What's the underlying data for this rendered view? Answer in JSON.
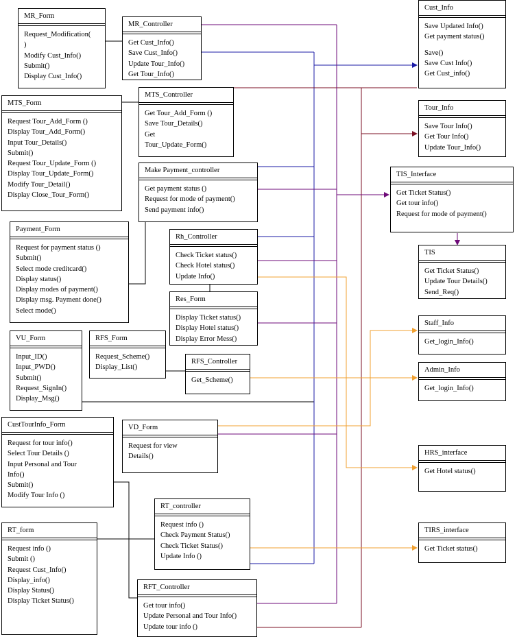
{
  "diagram": {
    "classes": [
      {
        "id": "mr_form",
        "name": "MR_Form",
        "operations": [
          "Request_Modification(",
          ")",
          "Modify Cust_Info()",
          "Submit()",
          "Display Cust_Info()"
        ]
      },
      {
        "id": "mr_controller",
        "name": "MR_Controller",
        "operations": [
          "Get Cust_Info()",
          "Save Cust_Info()",
          "Update Tour_Info()",
          "Get Tour_Info()"
        ]
      },
      {
        "id": "cust_info",
        "name": "Cust_Info",
        "operations": [
          "Save Updated Info()",
          "Get payment status()",
          "",
          "Save()",
          "Save Cust Info()",
          "Get Cust_info()"
        ]
      },
      {
        "id": "mts_form",
        "name": "MTS_Form",
        "operations": [
          "Request Tour_Add_Form ()",
          "Display Tour_Add_Form()",
          "Input Tour_Details()",
          "Submit()",
          "Request Tour_Update_Form ()",
          "Display Tour_Update_Form()",
          "Modify Tour_Detail()",
          "Display Close_Tour_Form()"
        ]
      },
      {
        "id": "mts_controller",
        "name": "MTS_Controller",
        "operations": [
          "Get Tour_Add_Form ()",
          "Save Tour_Details()",
          "Get",
          "Tour_Update_Form()"
        ]
      },
      {
        "id": "tour_info",
        "name": "Tour_Info",
        "operations": [
          "Save Tour Info()",
          "Get Tour Info()",
          "Update Tour_Info()"
        ]
      },
      {
        "id": "make_payment_controller",
        "name": "Make Payment_controller",
        "operations": [
          "Get payment status ()",
          "Request for mode of payment()",
          "Send payment info()"
        ]
      },
      {
        "id": "tis_interface",
        "name": "TIS_Interface",
        "operations": [
          "Get Ticket Status()",
          " Get tour info()",
          "Request for mode of payment()"
        ]
      },
      {
        "id": "payment_form",
        "name": "Payment_Form",
        "operations": [
          "Request for payment status ()",
          "Submit()",
          "Select mode creditcard()",
          "Display status()",
          "Display modes of payment()",
          "Display msg. Payment done()",
          "Select mode()"
        ]
      },
      {
        "id": "rh_controller",
        "name": "Rh_Controller",
        "operations": [
          "Check Ticket status()",
          "Check Hotel status()",
          "Update Info()"
        ]
      },
      {
        "id": "tis",
        "name": "TIS",
        "operations": [
          "Get Ticket Status()",
          "Update Tour Details()",
          "Send_Req()"
        ]
      },
      {
        "id": "res_form",
        "name": "Res_Form",
        "operations": [
          "Display Ticket status()",
          "Display Hotel status()",
          "Display Error Mess()"
        ]
      },
      {
        "id": "staff_info",
        "name": "Staff_Info",
        "operations": [
          "Get_login_Info()"
        ]
      },
      {
        "id": "vu_form",
        "name": "VU_Form",
        "operations": [
          "Input_ID()",
          "Input_PWD()",
          "Submit()",
          "Request_SignIn()",
          "Display_Msg()"
        ]
      },
      {
        "id": "rfs_form",
        "name": "RFS_Form",
        "operations": [
          "Request_Scheme()",
          "Display_List()"
        ]
      },
      {
        "id": "rfs_controller",
        "name": "RFS_Controller",
        "operations": [
          "Get_Scheme()"
        ]
      },
      {
        "id": "admin_info",
        "name": "Admin_Info",
        "operations": [
          "Get_login_Info()"
        ]
      },
      {
        "id": "custtourinfo_form",
        "name": "CustTourInfo_Form",
        "operations": [
          "Request for tour info()",
          "Select Tour Details ()",
          "Input Personal and Tour",
          "Info()",
          "Submit()",
          "Modify Tour Info ()"
        ]
      },
      {
        "id": "vd_form",
        "name": "VD_Form",
        "operations": [
          "Request for view",
          "Details()"
        ]
      },
      {
        "id": "hrs_interface",
        "name": "HRS_interface",
        "operations": [
          "Get Hotel status()"
        ]
      },
      {
        "id": "rt_controller",
        "name": "RT_controller",
        "operations": [
          "Request info ()",
          "Check Payment Status()",
          "Check Ticket Status()",
          "Update Info ()"
        ]
      },
      {
        "id": "rt_form",
        "name": "RT_form",
        "operations": [
          "Request info ()",
          "Submit ()",
          "Request Cust_Info()",
          " Display_info()",
          "Display Status()",
          "Display Ticket Status()"
        ]
      },
      {
        "id": "tirs_interface",
        "name": "TIRS_interface",
        "operations": [
          "Get Ticket status()"
        ]
      },
      {
        "id": "rft_controller",
        "name": "RFT_Controller",
        "operations": [
          "Get tour info()",
          "Update Personal and Tour Info()",
          "Update tour info ()"
        ]
      }
    ],
    "colors": {
      "line": "#000000",
      "blue": "#1a1aa6",
      "purple": "#6e0a78",
      "maroon": "#7b0f23",
      "orange": "#f0a030"
    }
  }
}
